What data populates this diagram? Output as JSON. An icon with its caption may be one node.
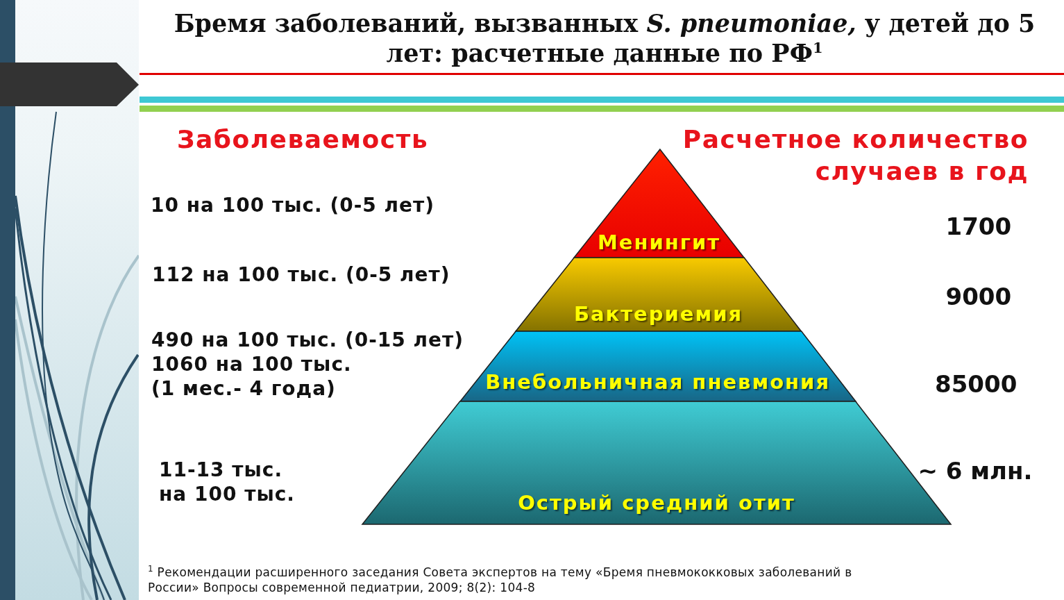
{
  "diagram": {
    "title": "Бремя заболеваний, вызванных *S. pneumoniae,* у детей до 5 лет: расчетные данные по РФ$^{1}$",
    "caption": "$^{1}$ Рекомендации расширенного заседания Совета экспертов на тему «Бремя пневмококковых заболеваний в России» Вопросы современной педиатрии, 2009; 8(2): 104-8",
    "nodes": [
      {
        "text": [
          "Менингит"
        ]
      },
      {
        "text": [
          "Бактериемия"
        ]
      },
      {
        "text": [
          "Внебольничная пневмония"
        ]
      },
      {
        "text": [
          "Острый средний отит"
        ]
      }
    ],
    "labels": [
      "Заболеваемость",
      "Расчетное количество случаев в год",
      "10 на 100 тыс. (0-5 лет)",
      "1700",
      "112 на 100 тыс. (0-5 лет)",
      "9000",
      "490 на 100 тыс. (0-15 лет)",
      "1060 на 100 тыс. (1 мес.- 4 года)",
      "85000",
      "11-13 тыс. на 100 тыс.",
      "~ 6 млн."
    ]
  }
}
